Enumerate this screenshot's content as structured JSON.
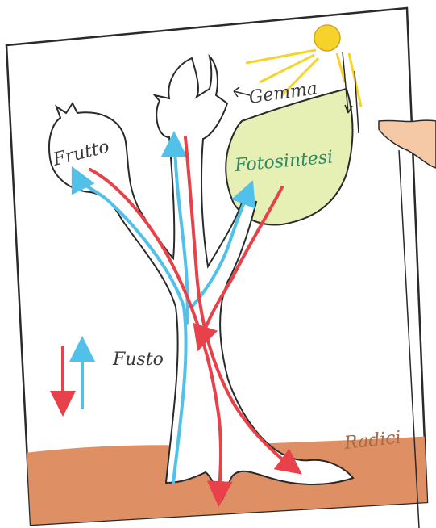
{
  "labels": {
    "frutto": "Frutto",
    "gemma": "Gemma",
    "fotosintesi": "Fotosintesi",
    "fusto": "Fusto",
    "radici": "Radici"
  },
  "colors": {
    "paper": "#ffffff",
    "soil": "#de8f64",
    "leaf": "#e6efb4",
    "sun": "#f6d32a",
    "sap_down": "#e8414a",
    "sap_up": "#52c1ea",
    "outline": "#2a2a2a",
    "label_dark": "#3a3a3a",
    "label_green": "#2f8a63",
    "label_soil": "#a86a43",
    "skin": "#f5c8a6"
  },
  "icons": {
    "sun": "sun-icon",
    "hand": "hand-icon",
    "arrow_down": "red-arrow-down-icon",
    "arrow_up": "blue-arrow-up-icon"
  }
}
